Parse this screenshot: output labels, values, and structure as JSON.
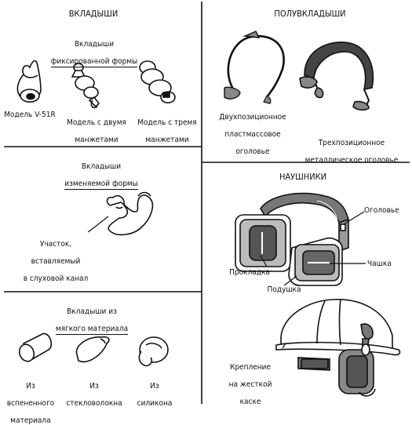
{
  "sections": {
    "inserts": {
      "title": "ВКЛАДЫШИ",
      "fixed": {
        "title_line1": "Вкладыши",
        "title_line2": "фиксированной формы",
        "models": [
          {
            "label": "Модель V-51R"
          },
          {
            "label_line1": "Модель с двумя",
            "label_line2": "манжетами"
          },
          {
            "label_line1": "Модель с тремя",
            "label_line2": "манжетами"
          }
        ]
      },
      "shapeable": {
        "title_line1": "Вкладыши",
        "title_line2": "изменяемой формы",
        "part_line1": "Участок,",
        "part_line2": "вставляемый",
        "part_line3": "в слуховой канал"
      },
      "soft": {
        "title_line1": "Вкладыши из",
        "title_line2": "мягкого материала",
        "items": [
          {
            "line1": "Из",
            "line2": "вспененного",
            "line3": "материала"
          },
          {
            "line1": "Из",
            "line2": "стекловолокна"
          },
          {
            "line1": "Из",
            "line2": "силикона"
          }
        ]
      }
    },
    "semi_inserts": {
      "title": "ПОЛУВКЛАДЫШИ",
      "items": [
        {
          "line1": "Двухпозиционное",
          "line2": "пластмассовое",
          "line3": "оголовье"
        },
        {
          "line1": "Трехпозиционное",
          "line2": "металлическое оголовье"
        }
      ]
    },
    "earmuffs": {
      "title": "НАУШНИКИ",
      "headband": "Оголовье",
      "pad": "Прокладка",
      "cup": "Чашка",
      "cushion": "Подушка",
      "helmet_line1": "Крепление",
      "helmet_line2": "на жесткой",
      "helmet_line3": "каске"
    }
  }
}
